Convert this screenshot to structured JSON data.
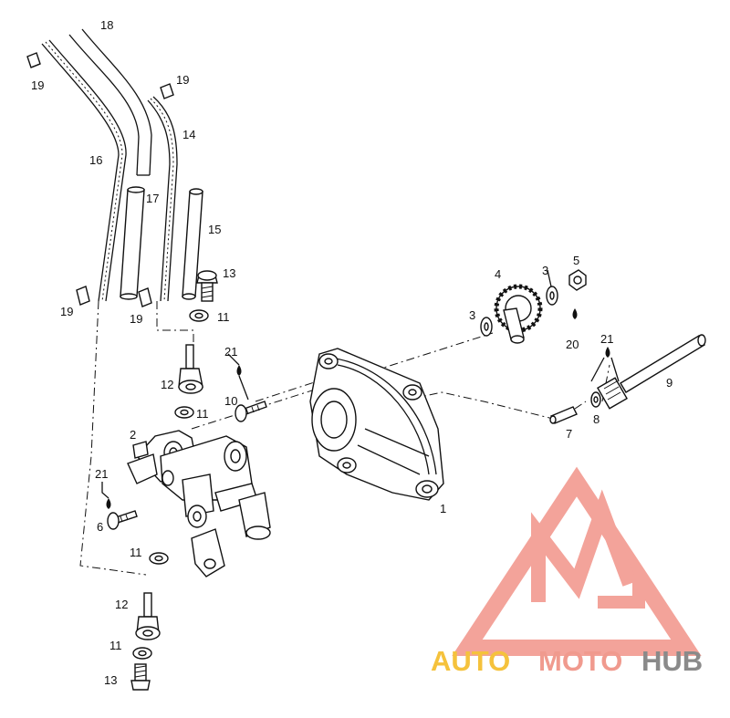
{
  "labels": {
    "l18": "18",
    "l19a": "19",
    "l19b": "19",
    "l19c": "19",
    "l19d": "19",
    "l16": "16",
    "l14": "14",
    "l17": "17",
    "l15": "15",
    "l13a": "13",
    "l13b": "13",
    "l11a": "11",
    "l11b": "11",
    "l11c": "11",
    "l11d": "11",
    "l21a": "21",
    "l21b": "21",
    "l21c": "21",
    "l12a": "12",
    "l12b": "12",
    "l10": "10",
    "l2": "2",
    "l6": "6",
    "l1": "1",
    "l3a": "3",
    "l3b": "3",
    "l4": "4",
    "l5": "5",
    "l20": "20",
    "l9": "9",
    "l7": "7",
    "l8": "8"
  },
  "watermark": {
    "part1": "AUTO",
    "part2": "MOTO",
    "part3": "HUB",
    "colors": {
      "auto": "#f5c23c",
      "moto": "#f09a8e",
      "hub": "#8a8a8a",
      "logo": "#f3a39a"
    }
  }
}
